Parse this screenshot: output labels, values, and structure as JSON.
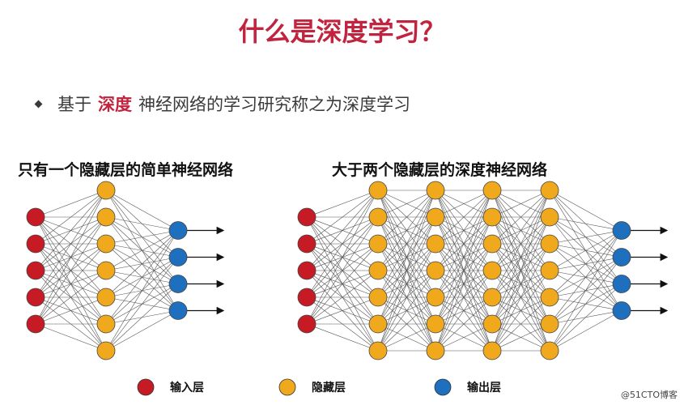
{
  "title": "什么是深度学习？",
  "bullet": {
    "prefix": "基于",
    "highlight": "深度",
    "suffix": "神经网络的学习研究称之为深度学习"
  },
  "left_network": {
    "caption": "只有一个隐藏层的简单神经网络",
    "layers": [
      5,
      7,
      4
    ]
  },
  "right_network": {
    "caption": "大于两个隐藏层的深度神经网络",
    "layers": [
      5,
      7,
      7,
      7,
      7,
      4
    ]
  },
  "legend": [
    {
      "label": "输入层",
      "color": "#c61b25"
    },
    {
      "label": "隐藏层",
      "color": "#f0a81d"
    },
    {
      "label": "输出层",
      "color": "#1f6fbf"
    }
  ],
  "colors": {
    "input": "#c61b25",
    "hidden": "#f0a81d",
    "output": "#1f6fbf",
    "edge": "#555555",
    "accent": "#c0243f"
  },
  "watermark": "@51CTO博客"
}
